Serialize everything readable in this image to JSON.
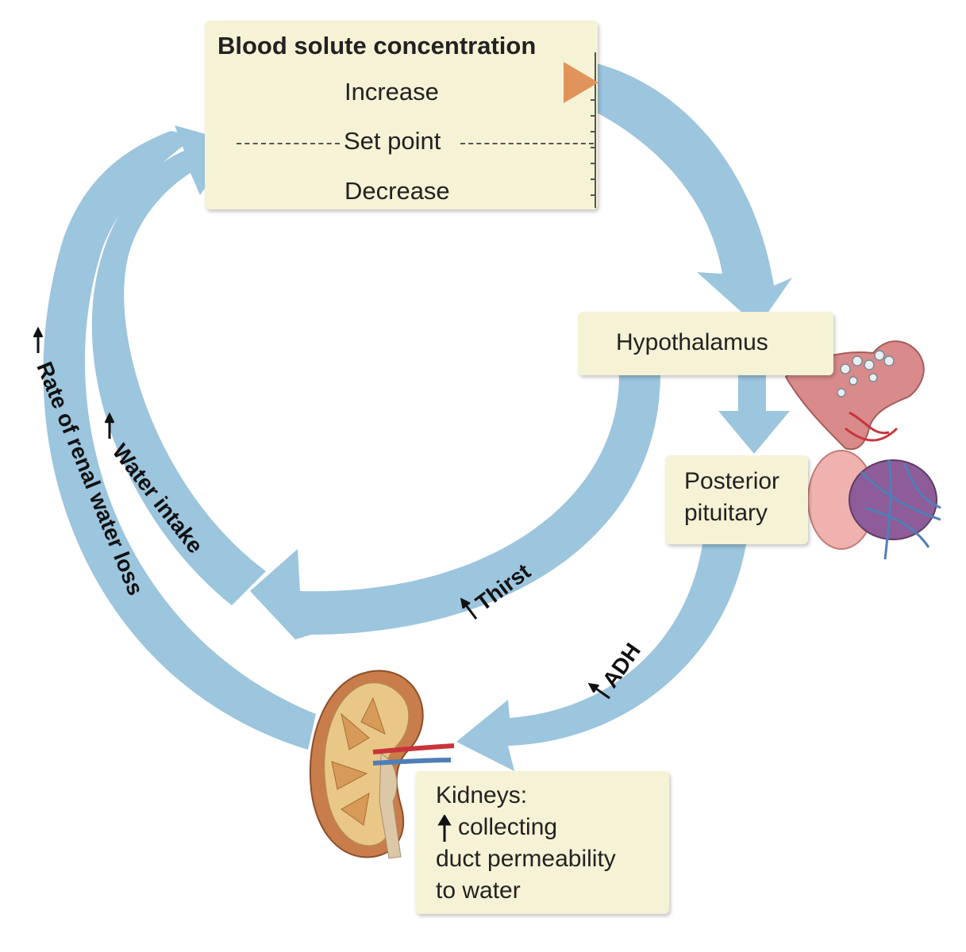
{
  "setpoint_box": {
    "title": "Blood solute concentration",
    "increase": "Increase",
    "set_point": "Set point",
    "decrease": "Decrease"
  },
  "hypothalamus_label": "Hypothalamus",
  "pituitary_label": {
    "line1": "Posterior",
    "line2": "pituitary"
  },
  "kidneys_label": {
    "line1": "Kidneys:",
    "line2": "collecting",
    "line3": "duct permeability",
    "line4": "to water"
  },
  "arrow_labels": {
    "thirst": "Thirst",
    "adh": "ADH",
    "water_intake": "Water intake",
    "renal": "Rate of renal water loss"
  },
  "colors": {
    "arrow": "#9cc5de",
    "box": "#f6f2d6",
    "indicator": "#e1945a",
    "text": "#222222"
  }
}
